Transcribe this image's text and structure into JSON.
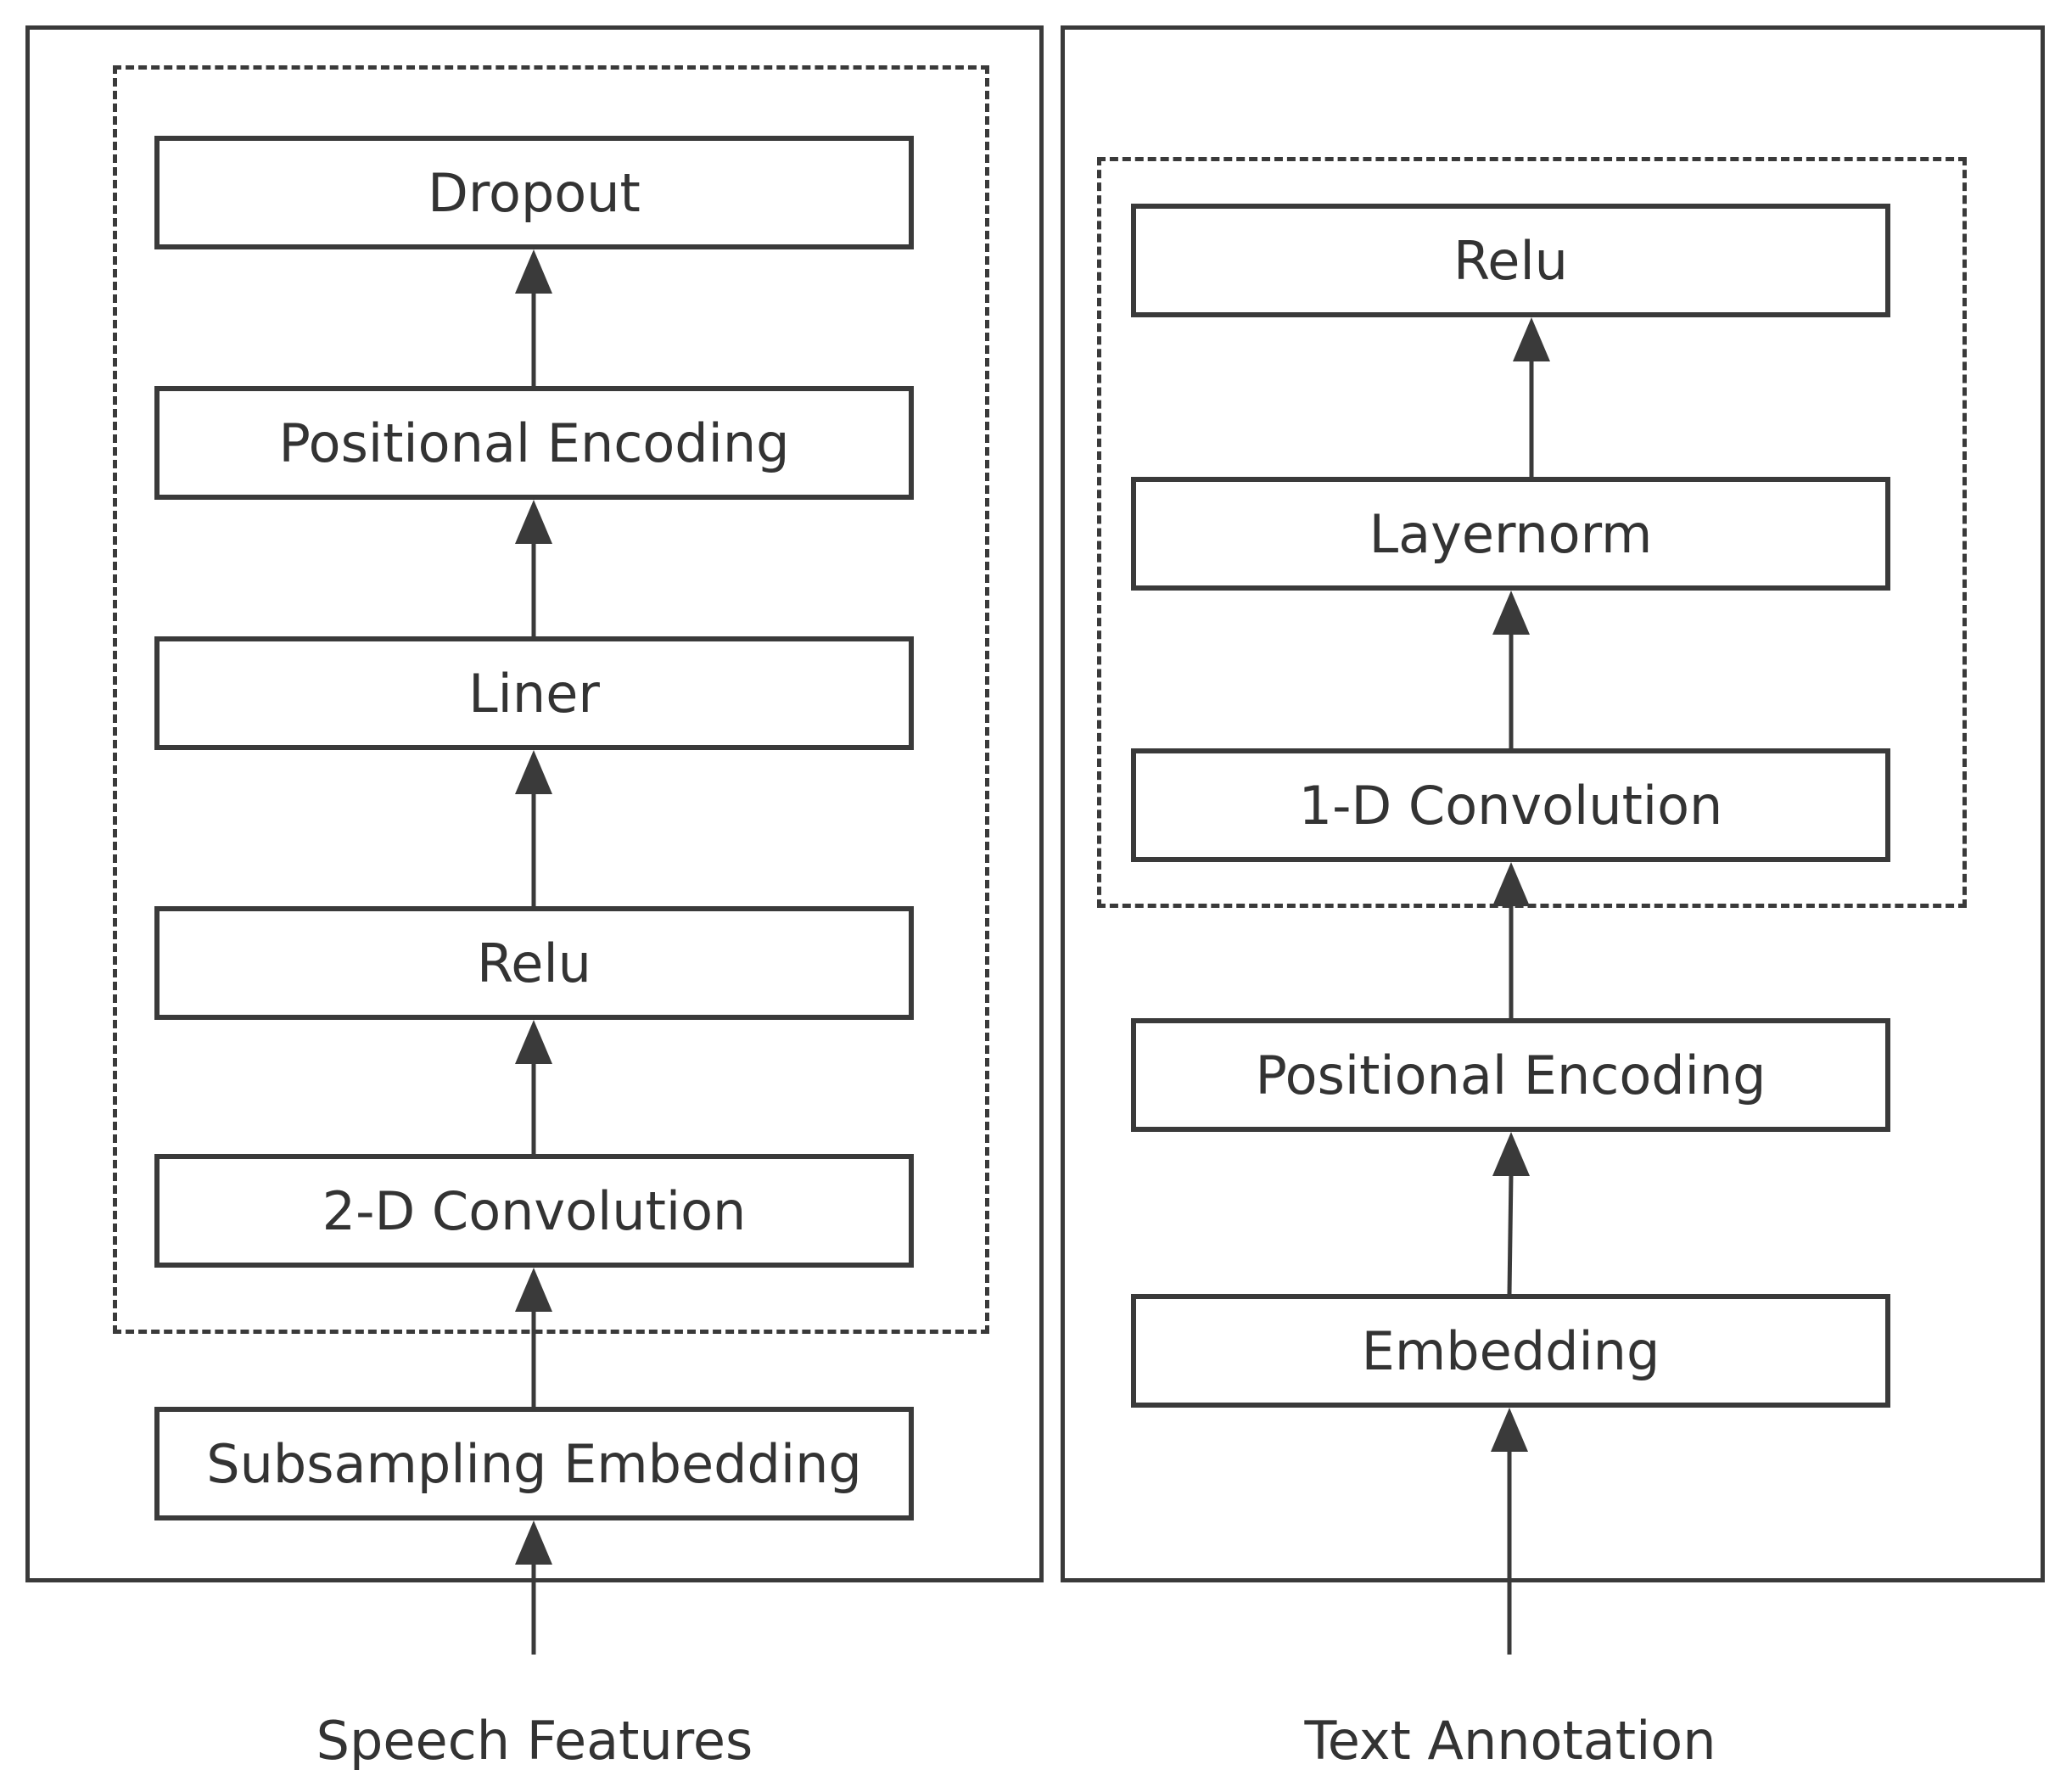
{
  "speech_panel": {
    "blocks": [
      "Dropout",
      "Positional Encoding",
      "Liner",
      "Relu",
      "2-D Convolution"
    ],
    "embedding": "Subsampling Embedding",
    "input_label": "Speech Features"
  },
  "text_panel": {
    "blocks": [
      "Relu",
      "Layernorm",
      "1-D Convolution"
    ],
    "positional": "Positional Encoding",
    "embedding": "Embedding",
    "input_label": "Text Annotation"
  },
  "colors": {
    "stroke": "#3a3a3a",
    "text": "#333333",
    "background": "#ffffff"
  }
}
